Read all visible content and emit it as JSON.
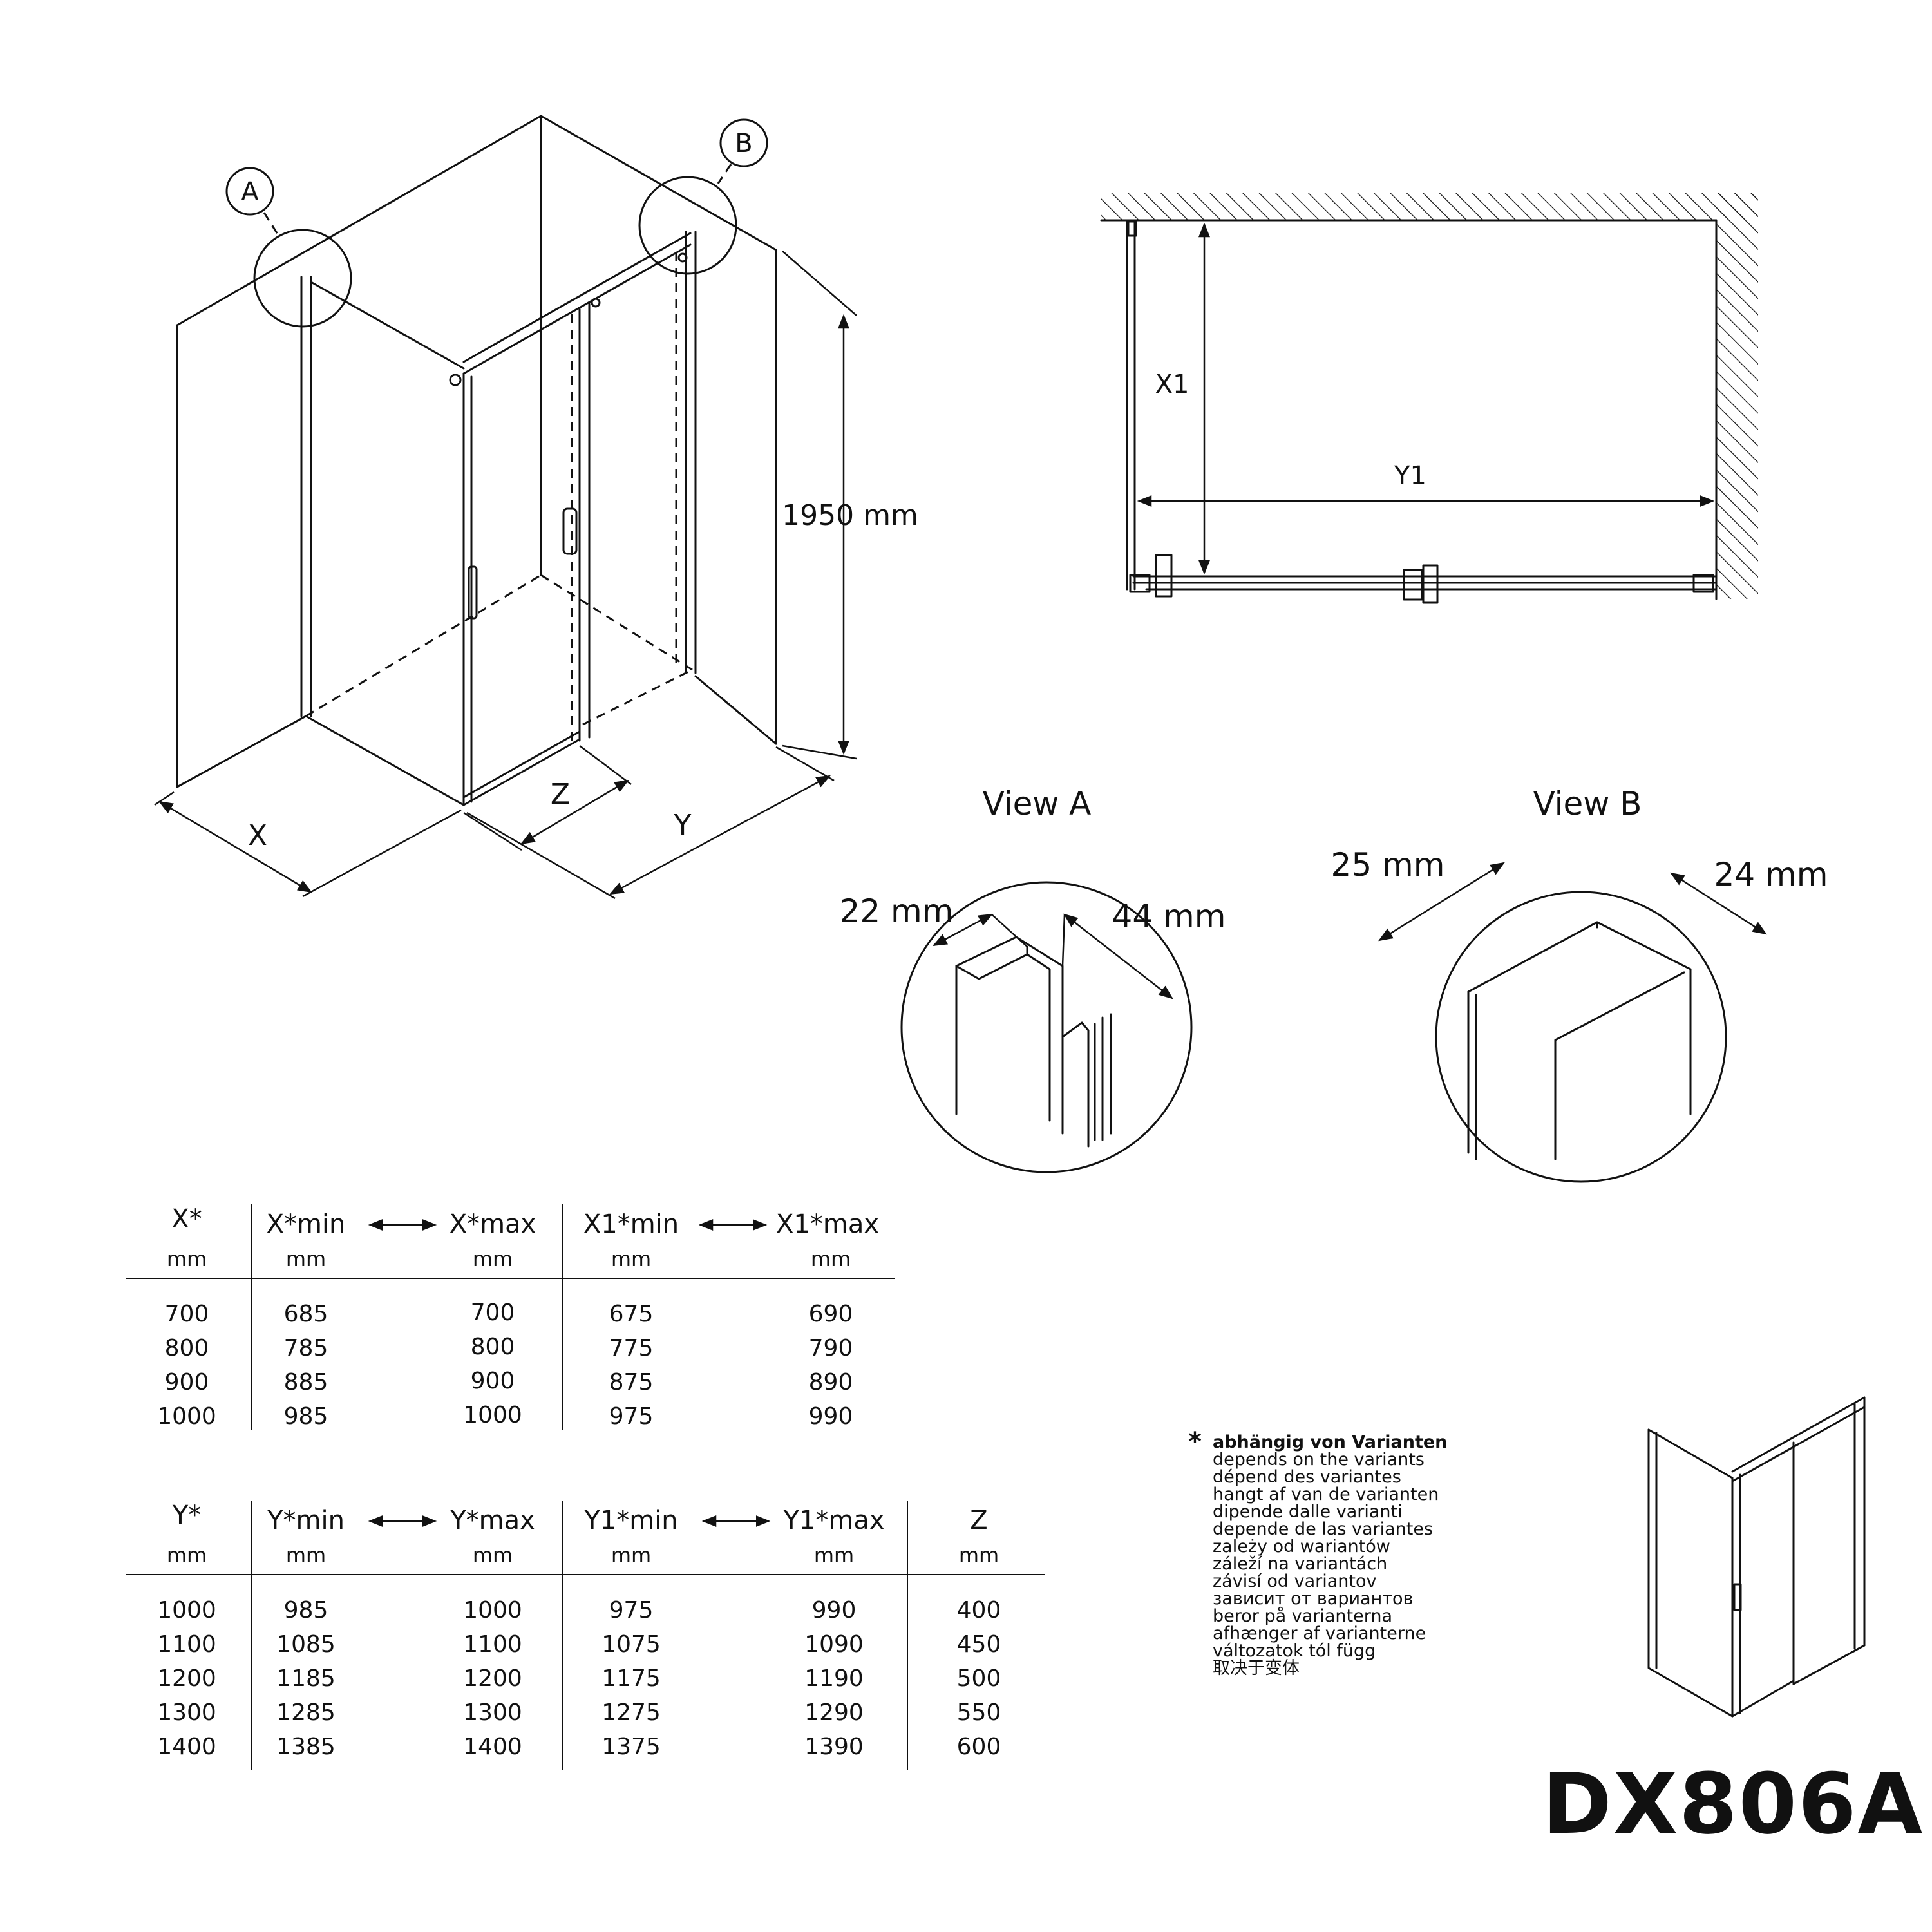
{
  "callouts": {
    "a": "A",
    "b": "B"
  },
  "dims": {
    "height": "1950 mm",
    "x": "X",
    "y": "Y",
    "z": "Z",
    "x1": "X1",
    "y1": "Y1"
  },
  "views": {
    "a": {
      "title": "View A",
      "left": "22 mm",
      "right": "44 mm"
    },
    "b": {
      "title": "View B",
      "left": "25 mm",
      "right": "24 mm"
    }
  },
  "table_x": {
    "headers": [
      "X*",
      "X*min",
      "X*max",
      "X1*min",
      "X1*max"
    ],
    "units": [
      "mm",
      "mm",
      "mm",
      "mm",
      "mm"
    ],
    "rows": [
      [
        "700",
        "685",
        "700",
        "675",
        "690"
      ],
      [
        "800",
        "785",
        "800",
        "775",
        "790"
      ],
      [
        "900",
        "885",
        "900",
        "875",
        "890"
      ],
      [
        "1000",
        "985",
        "1000",
        "975",
        "990"
      ]
    ]
  },
  "table_y": {
    "headers": [
      "Y*",
      "Y*min",
      "Y*max",
      "Y1*min",
      "Y1*max",
      "Z"
    ],
    "units": [
      "mm",
      "mm",
      "mm",
      "mm",
      "mm",
      "mm"
    ],
    "rows": [
      [
        "1000",
        "985",
        "1000",
        "975",
        "990",
        "400"
      ],
      [
        "1100",
        "1085",
        "1100",
        "1075",
        "1090",
        "450"
      ],
      [
        "1200",
        "1185",
        "1200",
        "1175",
        "1190",
        "500"
      ],
      [
        "1300",
        "1285",
        "1300",
        "1275",
        "1290",
        "550"
      ],
      [
        "1400",
        "1385",
        "1400",
        "1375",
        "1390",
        "600"
      ]
    ]
  },
  "note": {
    "star": "*",
    "lines": [
      "abhängig von Varianten",
      "depends on the variants",
      "dépend des variantes",
      "hangt af van de varianten",
      "dipende dalle varianti",
      "depende de las variantes",
      "zależy od wariantów",
      "záleží na variantách",
      "závisí od variantov",
      "зависит от вариантов",
      "beror på varianterna",
      "afhænger af varianterne",
      "változatok tól függ",
      "取决于变体"
    ]
  },
  "model": "DX806A"
}
